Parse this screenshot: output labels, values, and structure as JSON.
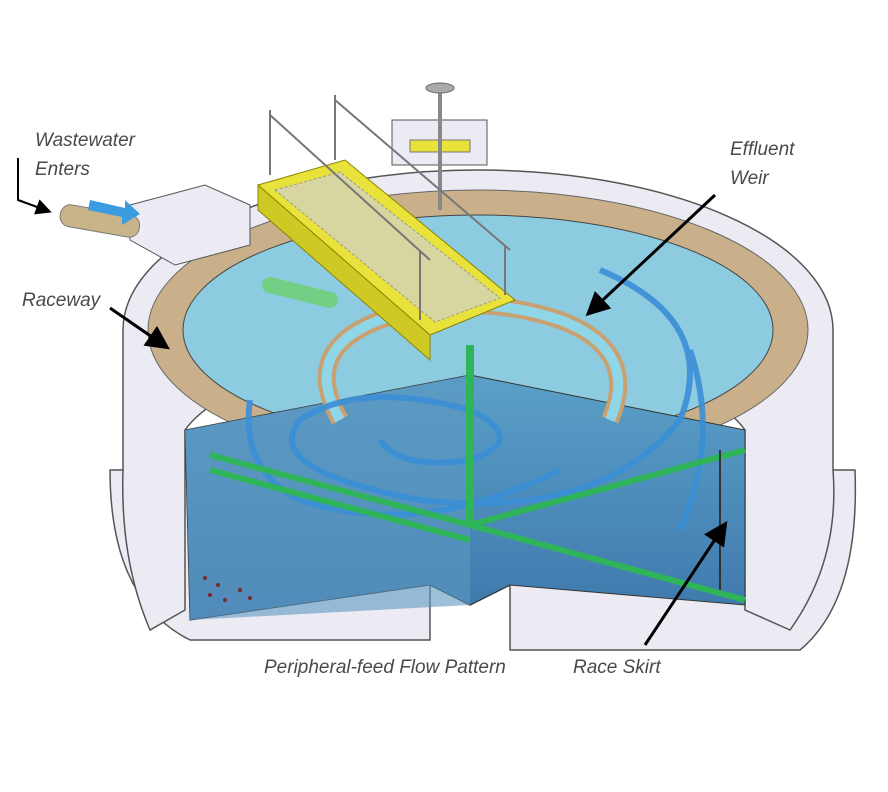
{
  "labels": {
    "wastewater_line1": "Wastewater",
    "wastewater_line2": "Enters",
    "raceway": "Raceway",
    "effluent_line1": "Effluent",
    "effluent_line2": "Weir",
    "flow_pattern": "Peripheral-feed Flow Pattern",
    "race_skirt": "Race Skirt"
  },
  "colors": {
    "concrete": "#ecebf3",
    "water": "#7fc3d8",
    "water_deep": "#4f90bd",
    "walkway": "#e8e23a",
    "raceway": "#c9b08a",
    "flow_arrow": "#3b8fd6",
    "pipe_green": "#2fb45a"
  }
}
